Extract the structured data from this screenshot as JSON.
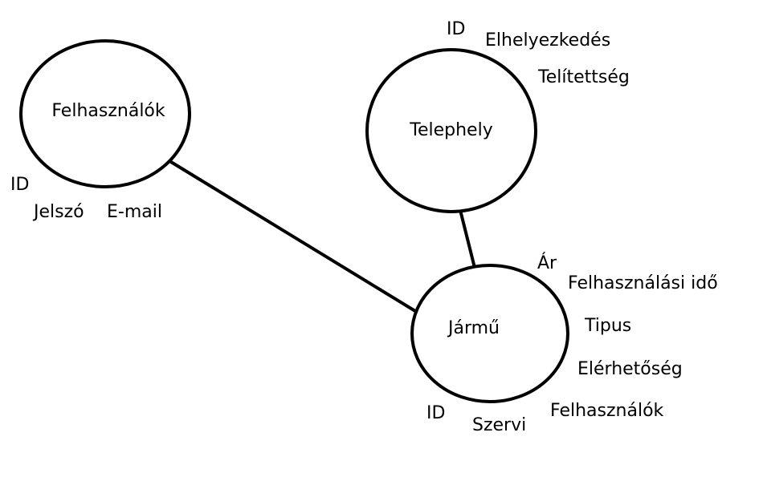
{
  "nodes": {
    "felhasznalok": {
      "label": "Felhasználók",
      "attributes": [
        "ID",
        "Jelszó",
        "E-mail"
      ]
    },
    "telephely": {
      "label": "Telephely",
      "attributes": [
        "ID",
        "Elhelyezkedés",
        "Telítettség"
      ]
    },
    "jarmu": {
      "label": "Jármű",
      "attributes": [
        "Ár",
        "Felhasználási idő",
        "Tipus",
        "Elérhetőség",
        "Felhasználók",
        "ID",
        "Szervi"
      ]
    }
  },
  "edges": [
    {
      "from": "Felhasználók",
      "to": "Jármű"
    },
    {
      "from": "Telephely",
      "to": "Jármű"
    }
  ],
  "colors": {
    "stroke": "#000000",
    "background": "#ffffff"
  }
}
